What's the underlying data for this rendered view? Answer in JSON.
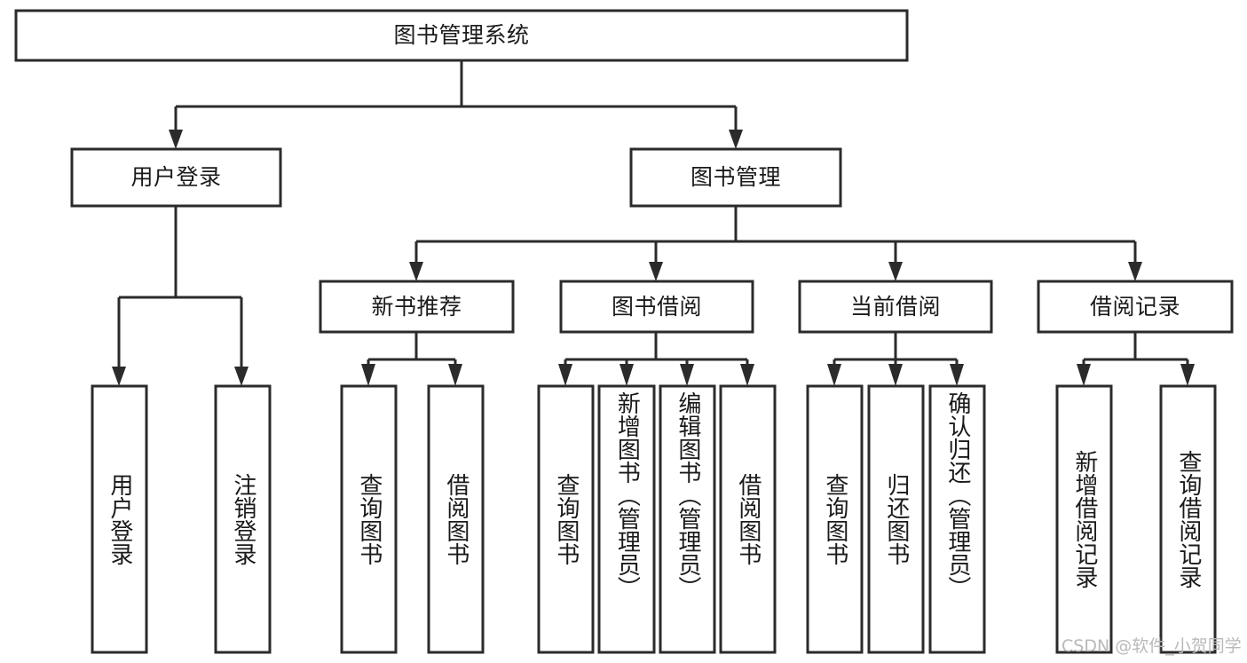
{
  "diagram": {
    "type": "tree-hierarchy-chart",
    "title": "图书管理系统",
    "stroke_color": "#2b2b2b",
    "fill_color": "#ffffff",
    "text_color": "#1a1a1a",
    "root": {
      "label": "图书管理系统"
    },
    "level2": [
      {
        "label": "用户登录"
      },
      {
        "label": "图书管理"
      }
    ],
    "level3": [
      {
        "label": "新书推荐"
      },
      {
        "label": "图书借阅"
      },
      {
        "label": "当前借阅"
      },
      {
        "label": "借阅记录"
      }
    ],
    "leaves": {
      "user_login": [
        {
          "label": "用户登录"
        },
        {
          "label": "注销登录"
        }
      ],
      "new_book_recommend": [
        {
          "label": "查询图书"
        },
        {
          "label": "借阅图书"
        }
      ],
      "book_borrow": [
        {
          "label": "查询图书"
        },
        {
          "label": "新增图书（管理员）"
        },
        {
          "label": "编辑图书（管理员）"
        },
        {
          "label": "借阅图书"
        }
      ],
      "current_borrow": [
        {
          "label": "查询图书"
        },
        {
          "label": "归还图书"
        },
        {
          "label": "确认归还（管理员）"
        }
      ],
      "borrow_record": [
        {
          "label": "新增借阅记录"
        },
        {
          "label": "查询借阅记录"
        }
      ]
    }
  },
  "watermark": {
    "text": "CSDN @软件_小贺同学"
  }
}
